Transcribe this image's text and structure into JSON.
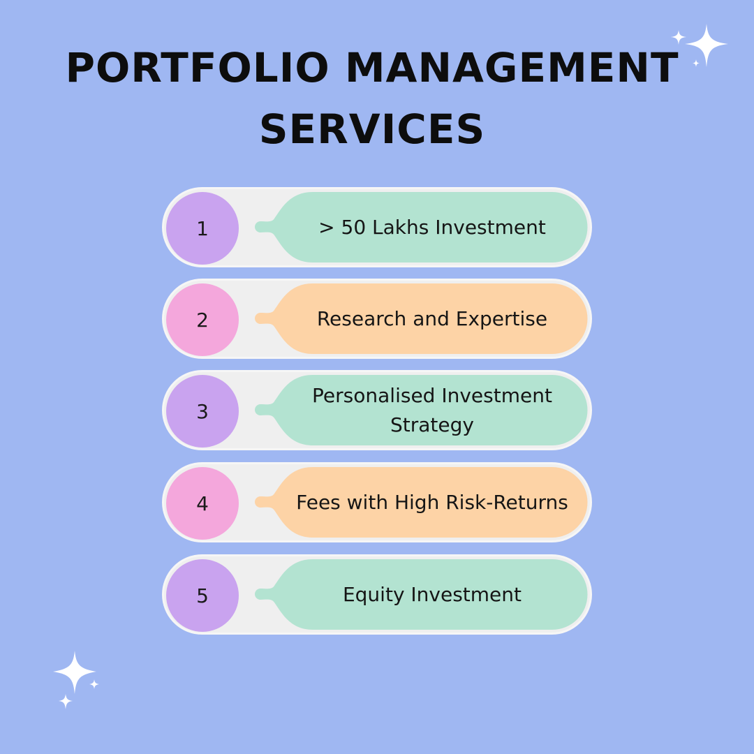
{
  "title": {
    "line1": "PORTFOLIO MANAGEMENT",
    "line2": "SERVICES"
  },
  "items": [
    {
      "number": "1",
      "label": "> 50 Lakhs Investment",
      "circle_color": "#c9a3ef",
      "pill_color": "#b3e3d1"
    },
    {
      "number": "2",
      "label": "Research and Expertise",
      "circle_color": "#f4a7dc",
      "pill_color": "#fdd3a6"
    },
    {
      "number": "3",
      "label": "Personalised Investment Strategy",
      "circle_color": "#c9a3ef",
      "pill_color": "#b3e3d1"
    },
    {
      "number": "4",
      "label": "Fees with High Risk-Returns",
      "circle_color": "#f4a7dc",
      "pill_color": "#fdd3a6"
    },
    {
      "number": "5",
      "label": "Equity Investment",
      "circle_color": "#c9a3ef",
      "pill_color": "#b3e3d1"
    }
  ],
  "colors": {
    "background": "#9fb7f2",
    "track": "#efefef",
    "sparkle": "#ffffff"
  },
  "icons": {
    "top_right": "sparkles-icon",
    "bottom_left": "sparkles-icon"
  }
}
